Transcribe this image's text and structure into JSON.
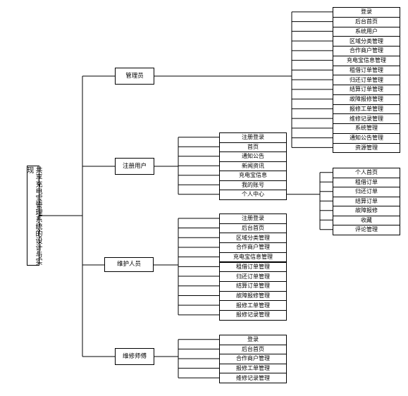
{
  "root": "共享充电宝管理系统的设计与实现",
  "roles": {
    "admin": {
      "label": "管理员",
      "items": [
        "登录",
        "后台首页",
        "系统用户",
        "区域分类管理",
        "合作商户管理",
        "充电宝信息管理",
        "租借订单管理",
        "归还订单管理",
        "结算订单管理",
        "故障报修管理",
        "报修工单管理",
        "维修记录管理",
        "系统管理",
        "通知公告管理",
        "资源管理"
      ]
    },
    "user": {
      "label": "注册用户",
      "items": [
        "注册登录",
        "首页",
        "通知公告",
        "新闻资讯",
        "充电宝信息",
        "我的账号",
        "个人中心"
      ],
      "center_items": [
        "个人首页",
        "租借订单",
        "归还订单",
        "结算订单",
        "故障报修",
        "收藏",
        "评论管理"
      ]
    },
    "maint": {
      "label": "维护人员",
      "items": [
        "注册登录",
        "后台首页",
        "区域分类管理",
        "合作商户管理",
        "充电宝信息管理",
        "租借订单管理",
        "归还订单管理",
        "结算订单管理",
        "故障报修管理",
        "报修工单管理",
        "报修记录管理"
      ]
    },
    "repair": {
      "label": "维修师傅",
      "items": [
        "登录",
        "后台首页",
        "合作商户管理",
        "报修工单管理",
        "维修记录管理"
      ]
    }
  }
}
